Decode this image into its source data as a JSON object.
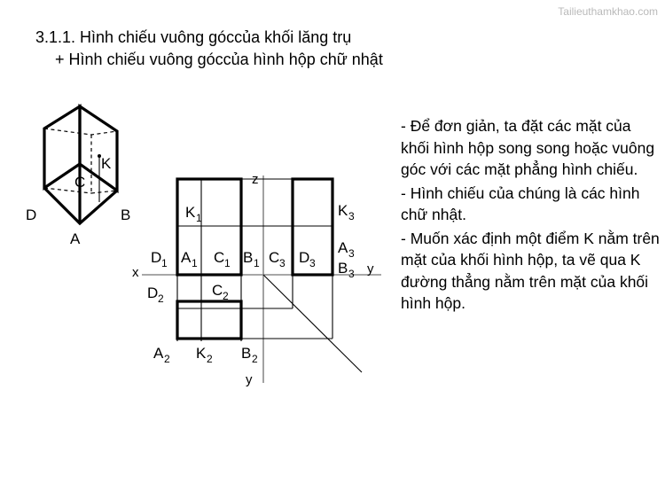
{
  "watermark": "Tailieuthamkhao.com",
  "heading": {
    "line1": "3.1.1. Hình chiếu vuông góccủa khối lăng trụ",
    "line2": "+ Hình chiếu vuông góccủa hình hộp chữ nhật"
  },
  "notes": [
    "- Để đơn giản, ta đặt các mặt của khối hình hộp song song hoặc vuông góc với các mặt phẳng hình chiếu.",
    "-  Hình chiếu của chúng là các hình chữ nhật.",
    "-  Muốn xác định một điểm K nằm trên mặt của khối hình hộp, ta vẽ qua K đường thẳng nằm trên mặt của khối hình hộp."
  ],
  "solid_3d": {
    "caption_points": [
      "K",
      "C",
      "D",
      "B",
      "A"
    ],
    "labels": {
      "K": "K",
      "C": "C",
      "D": "D",
      "B": "B",
      "A": "A"
    }
  },
  "projection": {
    "axis_labels": {
      "z_top": "z",
      "y_bottom": "y",
      "x_left": "x",
      "y_right": "y"
    },
    "front_view_labels": {
      "K1": "K",
      "K1sub": "1",
      "A1": "A",
      "A1sub": "1",
      "C1": "C",
      "C1sub": "1",
      "B1": "B",
      "B1sub": "1",
      "D1": "D",
      "D1sub": "1"
    },
    "side_view_labels": {
      "K3": "K",
      "K3sub": "3",
      "C3": "C",
      "C3sub": "3",
      "D3": "D",
      "D3sub": "3",
      "A3": "A",
      "A3sub": "3",
      "B3": "B",
      "B3sub": "3"
    },
    "top_view_labels": {
      "D2": "D",
      "D2sub": "2",
      "C2": "C",
      "C2sub": "2",
      "A2": "A",
      "A2sub": "2",
      "K2": "K",
      "K2sub": "2",
      "B2": "B",
      "B2sub": "2"
    }
  },
  "colors": {
    "line": "#000000",
    "axis": "#8a8a8a",
    "watermark": "#b9b9b9",
    "background": "#ffffff"
  }
}
